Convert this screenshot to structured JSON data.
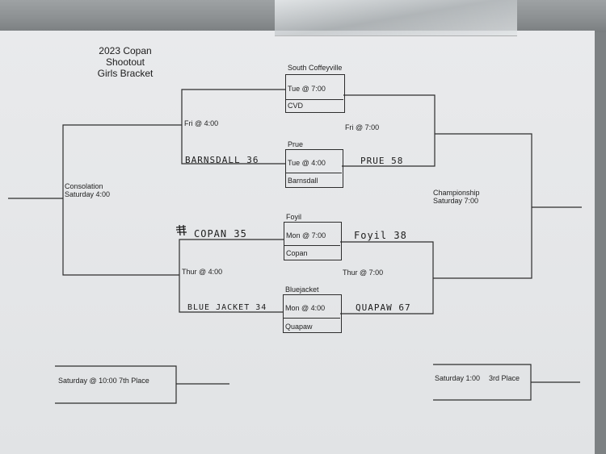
{
  "title": [
    "2023 Copan",
    "Shootout",
    "Girls Bracket"
  ],
  "games": {
    "g1": {
      "team_top": "South Coffeyville",
      "time": "Tue @ 7:00",
      "team_bottom": "CVD"
    },
    "g2": {
      "team_top": "Prue",
      "time": "Tue @ 4:00",
      "team_bottom": "Barnsdall"
    },
    "g3": {
      "team_top": "Foyil",
      "time": "Mon @ 7:00",
      "team_bottom": "Copan"
    },
    "g4": {
      "team_top": "Bluejacket",
      "time": "Mon @ 4:00",
      "team_bottom": "Quapaw"
    }
  },
  "slots": {
    "fri_left": "Fri @ 4:00",
    "fri_right": "Fri @ 7:00",
    "thur_left": "Thur @ 4:00",
    "thur_right": "Thur @ 7:00",
    "consolation": [
      "Consolation",
      "Saturday 4:00"
    ],
    "championship": [
      "Championship",
      "Saturday 7:00"
    ],
    "seventh_place": "Saturday @ 10:00 7th Place",
    "third_place": [
      "Saturday 1:00",
      "3rd Place"
    ]
  },
  "handwritten": {
    "barnsdall": "BARNSDALL 36",
    "prue": "PRUE 58",
    "copan": "COPAN 35",
    "foyil": "Foyil 38",
    "bluejacket": "BLUE JACKET 34",
    "quapaw": "QUAPAW 67"
  }
}
